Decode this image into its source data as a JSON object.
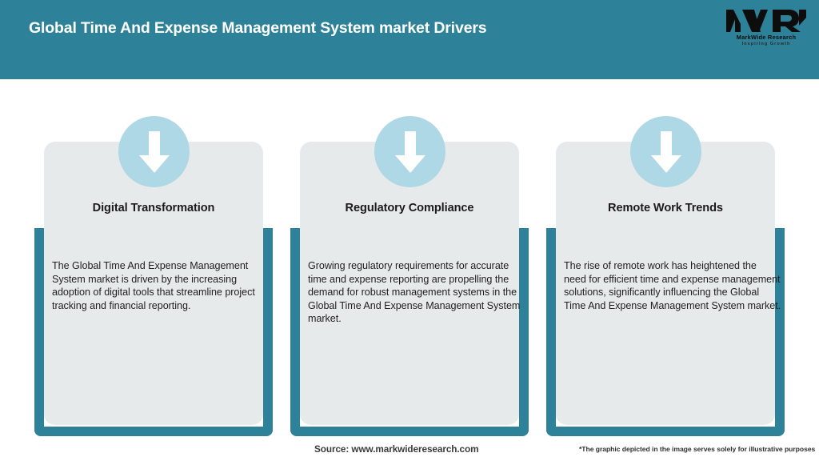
{
  "header": {
    "title": "Global Time And Expense Management System market Drivers",
    "background_color": "#2d8299",
    "title_color": "#ffffff"
  },
  "logo": {
    "mark": "MWR",
    "name": "MarkWide Research",
    "tagline": "Inspiring Growth"
  },
  "theme": {
    "accent_teal": "#2d8299",
    "panel_gray": "#e7eaeb",
    "badge_blue": "#aed8e6",
    "arrow_white": "#ffffff",
    "page_background": "#ffffff"
  },
  "cards": [
    {
      "icon": "arrow-down-icon",
      "title": "Digital Transformation",
      "body": "The Global Time And Expense Management System market is driven by the increasing adoption of digital tools that streamline project tracking and financial reporting."
    },
    {
      "icon": "arrow-down-icon",
      "title": "Regulatory Compliance",
      "body": "Growing regulatory requirements for accurate time and expense reporting are propelling the demand for robust management systems in the Global Time And Expense Management System market."
    },
    {
      "icon": "arrow-down-icon",
      "title": "Remote Work Trends",
      "body": "The rise of remote work has heightened the need for efficient time and expense management solutions, significantly influencing the Global Time And Expense Management System market."
    }
  ],
  "footer": {
    "source": "Source: www.markwideresearch.com",
    "disclaimer": "*The graphic depicted in the image serves solely for illustrative purposes"
  }
}
